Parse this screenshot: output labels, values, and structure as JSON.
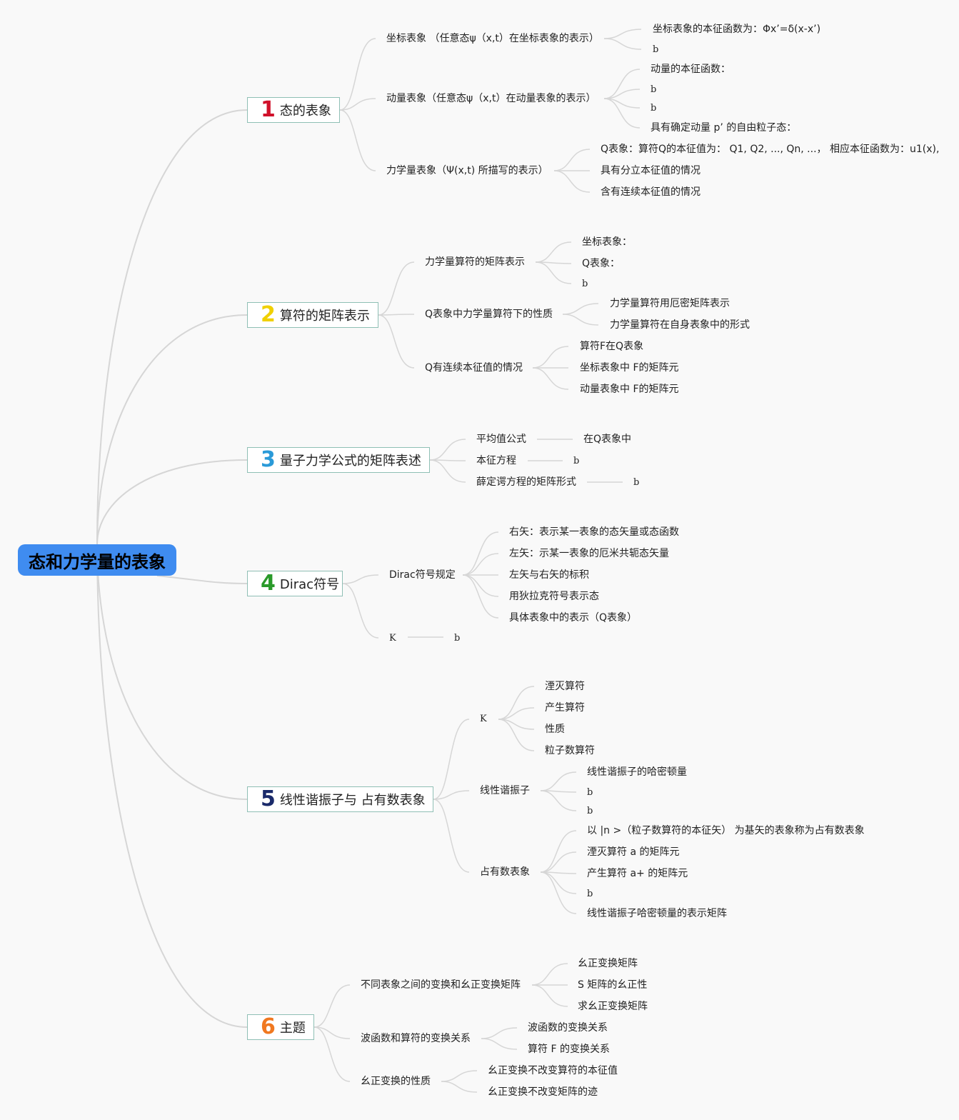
{
  "root": "态和力学量的表象",
  "colors": {
    "root_bg": "#3f8cf0",
    "branch_border": "#8fbfb5",
    "line": "#d6d6d6",
    "num1": "#d0102a",
    "num2": "#f0d000",
    "num3": "#2a9ad8",
    "num4": "#2a9a2a",
    "num5": "#1a2a6a",
    "num6": "#f07820"
  },
  "b1": {
    "num": "1",
    "label": "态的表象",
    "s1": "坐标表象 （任意态ψ（x,t）在坐标表象的表示）",
    "s1_1": "坐标表象的本征函数为：Φx’=δ(x-x’)",
    "s1_2": "b",
    "s2": "动量表象（任意态ψ（x,t）在动量表象的表示）",
    "s2_1": "动量的本征函数：",
    "s2_2": "b",
    "s2_3": "b",
    "s2_4": "具有确定动量 p’ 的自由粒子态：",
    "s3": "力学量表象（Ψ(x,t) 所描写的表示）",
    "s3_1": "Q表象：算符Q的本征值为： Q1, Q2, ..., Qn, ...， 相应本征函数为：u1(x),",
    "s3_2": "具有分立本征值的情况",
    "s3_3": "含有连续本征值的情况"
  },
  "b2": {
    "num": "2",
    "label": "算符的矩阵表示",
    "s1": "力学量算符的矩阵表示",
    "s1_1": "坐标表象：",
    "s1_2": "Q表象：",
    "s1_3": "b",
    "s2": "Q表象中力学量算符下的性质",
    "s2_1": "力学量算符用厄密矩阵表示",
    "s2_2": "力学量算符在自身表象中的形式",
    "s3": "Q有连续本征值的情况",
    "s3_1": "算符F在Q表象",
    "s3_2": "坐标表象中 F的矩阵元",
    "s3_3": "动量表象中 F的矩阵元"
  },
  "b3": {
    "num": "3",
    "label": "量子力学公式的矩阵表述",
    "s1": "平均值公式",
    "s1_1": "在Q表象中",
    "s2": "本征方程",
    "s2_1": "b",
    "s3": "薛定谔方程的矩阵形式",
    "s3_1": "b"
  },
  "b4": {
    "num": "4",
    "label": "Dirac符号",
    "s1": "Dirac符号规定",
    "s1_1": "右矢：表示某一表象的态矢量或态函数",
    "s1_2": "左矢：示某一表象的厄米共轭态矢量",
    "s1_3": "左矢与右矢的标积",
    "s1_4": "用狄拉克符号表示态",
    "s1_5": "具体表象中的表示（Q表象）",
    "s2": "K",
    "s2_1": "b"
  },
  "b5": {
    "num": "5",
    "label": "线性谐振子与 占有数表象",
    "s1": "K",
    "s1_1": "湮灭算符",
    "s1_2": "产生算符",
    "s1_3": "性质",
    "s1_4": "粒子数算符",
    "s2": "线性谐振子",
    "s2_1": "线性谐振子的哈密顿量",
    "s2_2": "b",
    "s2_3": "b",
    "s3": "占有数表象",
    "s3_1": "以 |n >（粒子数算符的本征矢） 为基矢的表象称为占有数表象",
    "s3_2": "湮灭算符 a 的矩阵元",
    "s3_3": "产生算符 a+ 的矩阵元",
    "s3_4": "b",
    "s3_5": "线性谐振子哈密顿量的表示矩阵"
  },
  "b6": {
    "num": "6",
    "label": "主题",
    "s1": "不同表象之间的变换和幺正变换矩阵",
    "s1_1": "幺正变换矩阵",
    "s1_2": "S 矩阵的幺正性",
    "s1_3": "求幺正变换矩阵",
    "s2": "波函数和算符的变换关系",
    "s2_1": "波函数的变换关系",
    "s2_2": "算符 F 的变换关系",
    "s3": "幺正变换的性质",
    "s3_1": "幺正变换不改变算符的本征值",
    "s3_2": "幺正变换不改变矩阵的迹"
  }
}
